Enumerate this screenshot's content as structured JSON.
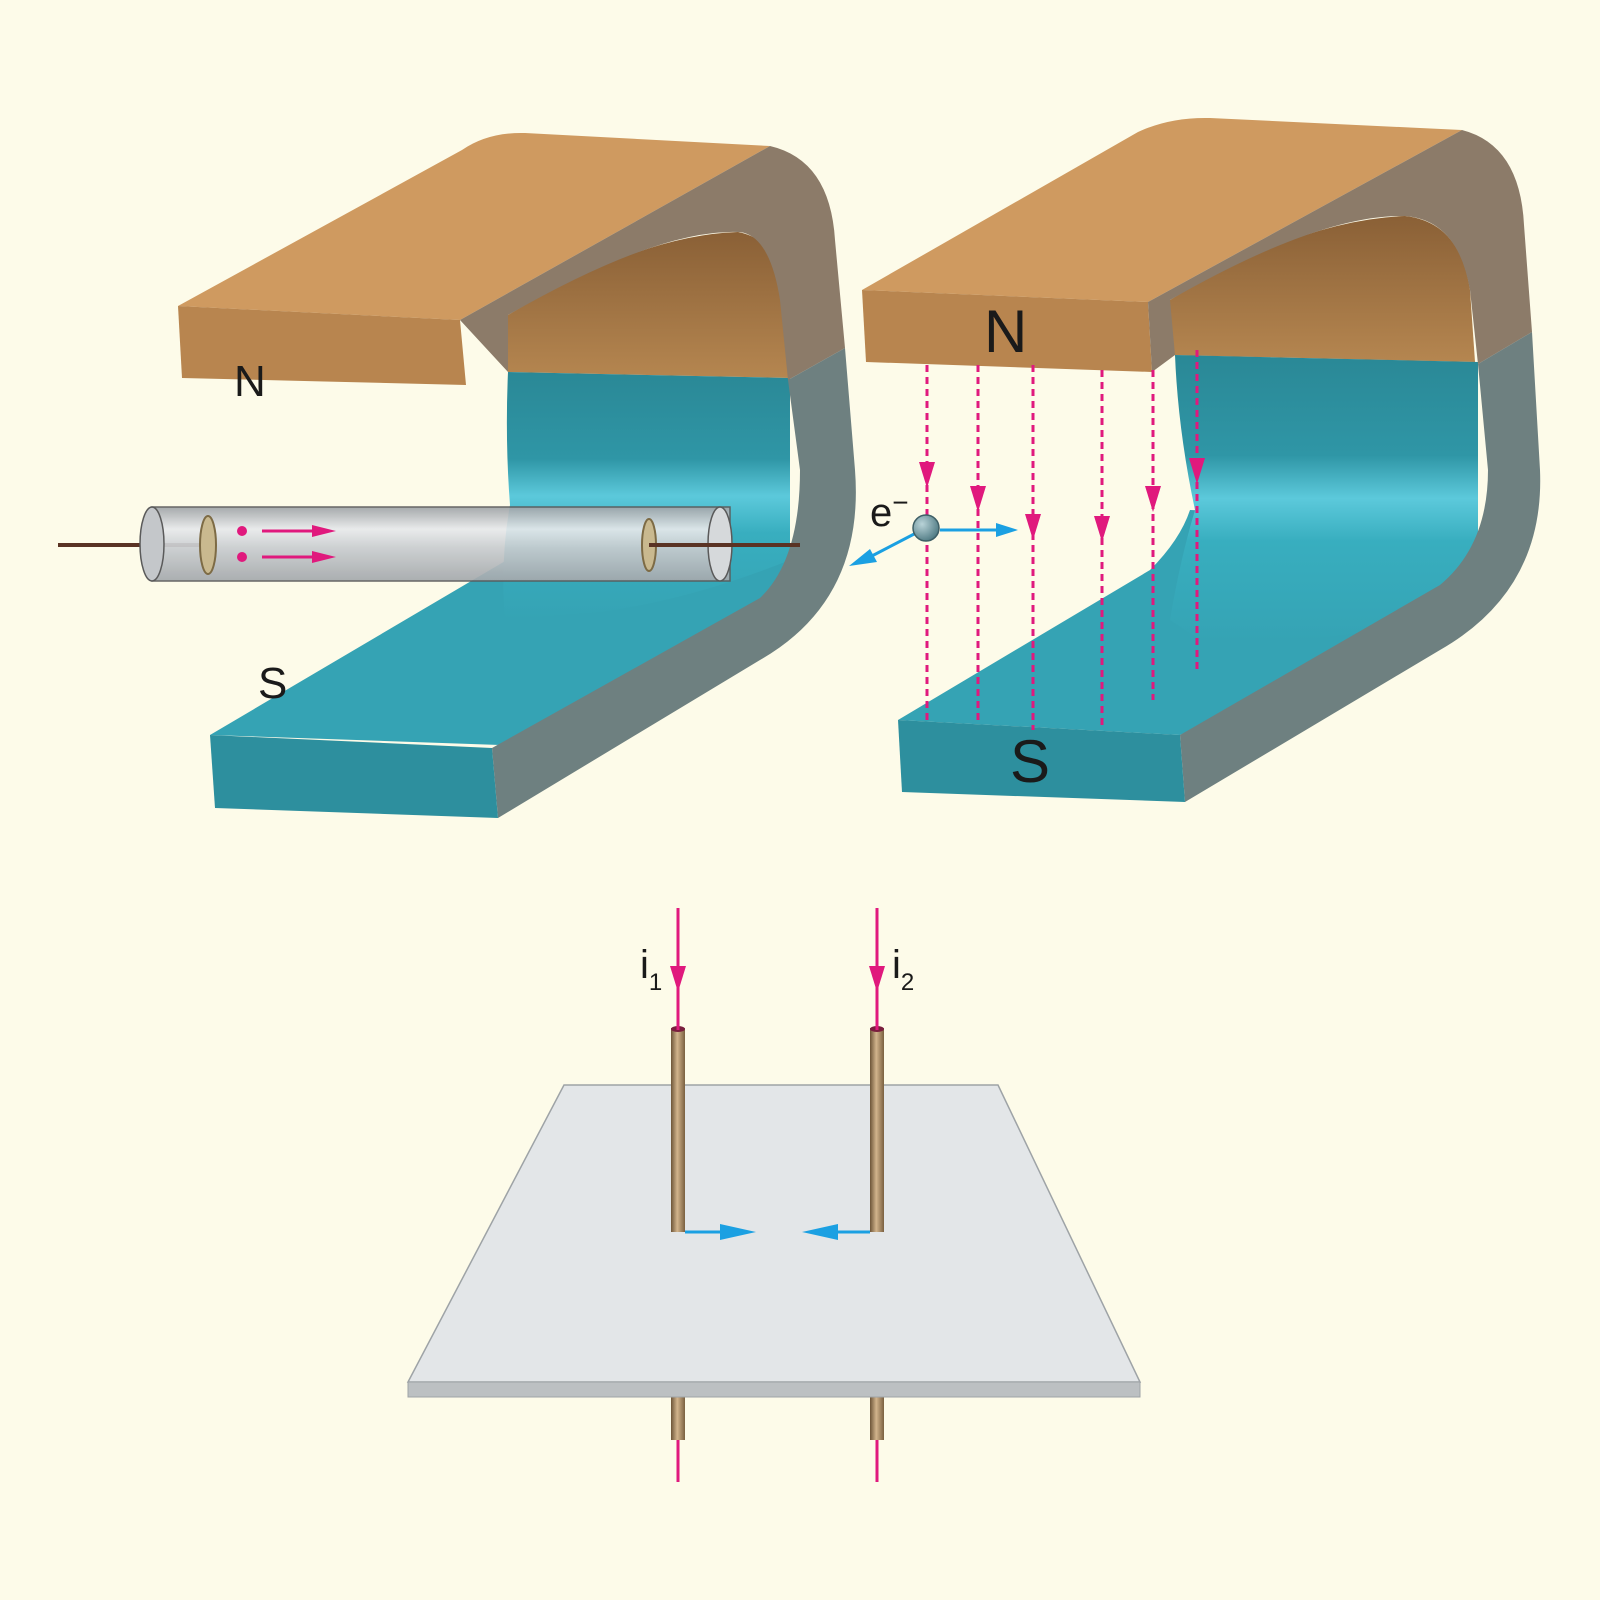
{
  "colors": {
    "background": "#fdfbe9",
    "north_pole": "#cf9a60",
    "south_pole": "#35a3b4",
    "field_lines": "#e0197d",
    "force_arrows": "#1ba0e2",
    "plate": "#e3e6e8",
    "wire": "#a88b6b"
  },
  "magnet_left": {
    "north_label": "N",
    "south_label": "S"
  },
  "magnet_right": {
    "north_label": "N",
    "south_label": "S",
    "particle_label": "e",
    "particle_charge": "−"
  },
  "wires": {
    "current_1": {
      "symbol": "i",
      "subscript": "1"
    },
    "current_2": {
      "symbol": "i",
      "subscript": "2"
    }
  }
}
